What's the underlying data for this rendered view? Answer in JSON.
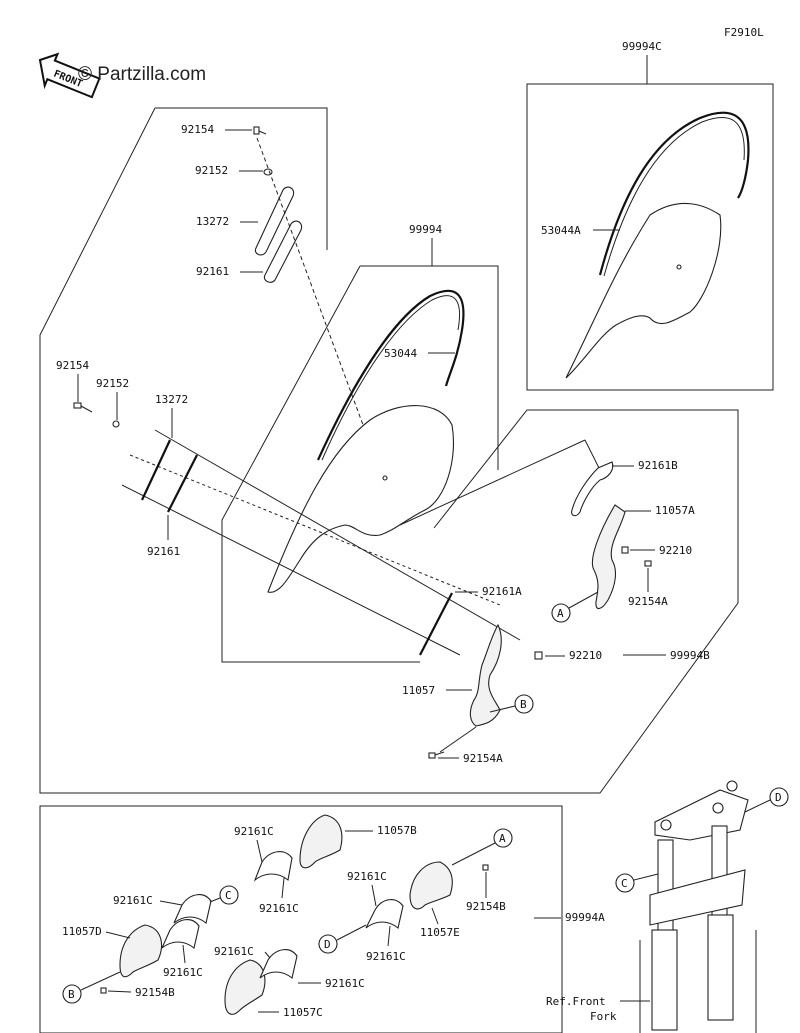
{
  "figure_code": "F2910L",
  "watermark": "© Partzilla.com",
  "front_label": "FRONT",
  "ref_front_fork": "Ref.Front Fork",
  "callouts": {
    "A": "A",
    "B": "B",
    "C": "C",
    "D": "D"
  },
  "labels": {
    "p99994C": "99994C",
    "p53044A": "53044A",
    "p92154_top": "92154",
    "p92152_top": "92152",
    "p13272_top": "13272",
    "p92161_top": "92161",
    "p99994": "99994",
    "p53044": "53044",
    "p92154_left": "92154",
    "p92152_left": "92152",
    "p13272_left": "13272",
    "p92161_left": "92161",
    "p92161B": "92161B",
    "p11057A": "11057A",
    "p92210_r": "92210",
    "p92154A_r": "92154A",
    "p92161A": "92161A",
    "p92210_c": "92210",
    "p99994B": "99994B",
    "p11057": "11057",
    "p92154A_b": "92154A",
    "p92161C_1": "92161C",
    "p11057B": "11057B",
    "p92161C_2": "92161C",
    "p92161C_3": "92161C",
    "p92154B_r": "92154B",
    "p11057E": "11057E",
    "p92161C_4": "92161C",
    "p99994A": "99994A",
    "p92161C_5": "92161C",
    "p11057D": "11057D",
    "p92161C_6": "92161C",
    "p92154B_l": "92154B",
    "p92161C_7": "92161C",
    "p92161C_8": "92161C",
    "p11057C": "11057C"
  }
}
